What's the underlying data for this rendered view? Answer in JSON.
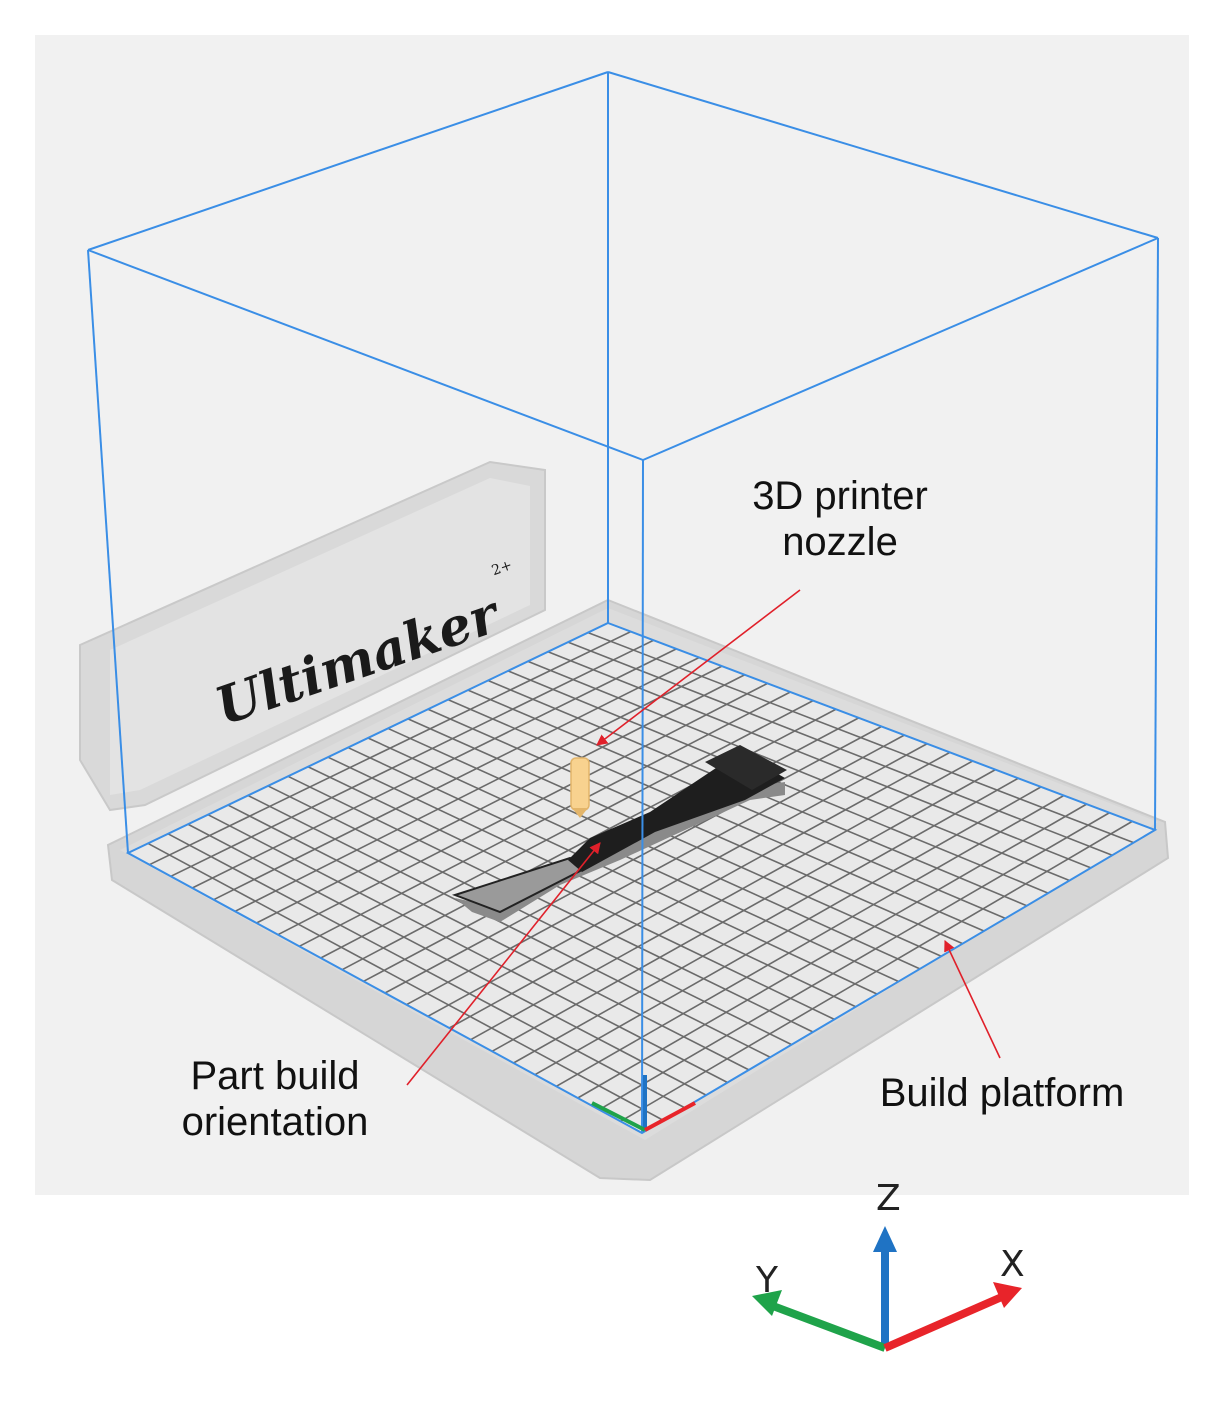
{
  "brand": {
    "name": "Ultimaker",
    "model": "2+"
  },
  "callouts": {
    "nozzle": [
      "3D printer",
      "nozzle"
    ],
    "orientation": [
      "Part build",
      "orientation"
    ],
    "platform": "Build platform"
  },
  "axes": {
    "z": "Z",
    "y": "Y",
    "x": "X"
  },
  "colors": {
    "build_volume": "#3a8ee6",
    "callout_arrow": "#e0202a",
    "axis_x": "#e8242a",
    "axis_y": "#1fa34a",
    "axis_z": "#1f73c4",
    "nozzle": "#f8d28f",
    "part": "#1e1e1e",
    "viewport_bg": "#f1f1f1"
  }
}
